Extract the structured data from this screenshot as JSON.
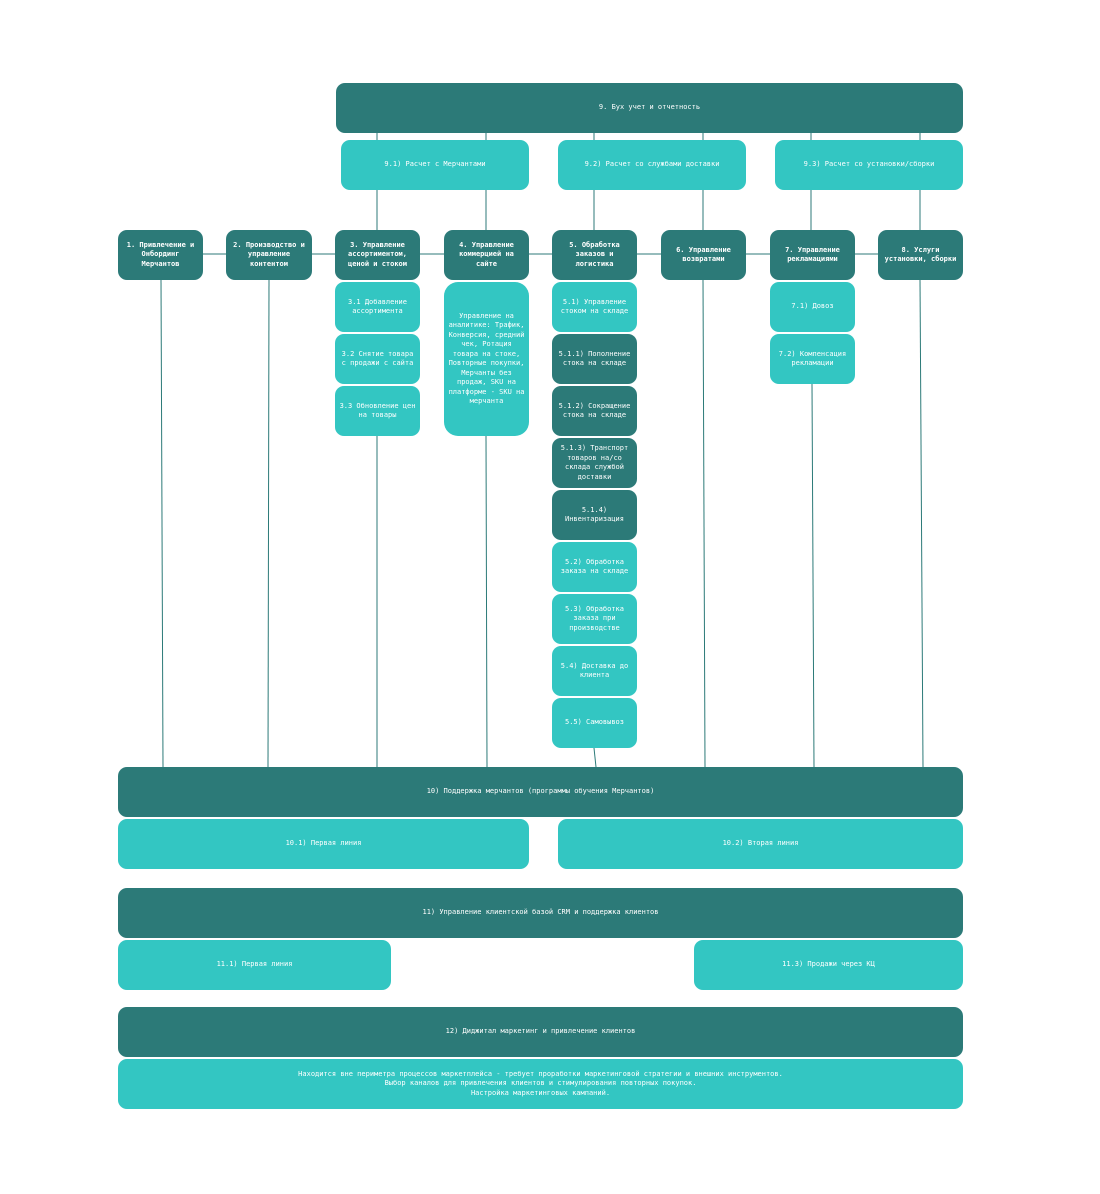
{
  "colors": {
    "dark": "#2c7a78",
    "light": "#33c6c2",
    "line": "#2c7a78"
  },
  "top": {
    "main": "9. Бух учет и отчетность",
    "sub1": "9.1) Расчет с Мерчантами",
    "sub2": "9.2) Расчет со службами доставки",
    "sub3": "9.3) Расчет со установки/сборки"
  },
  "cols": {
    "c1": "1. Привлечение и Онбординг Мерчантов",
    "c2": "2. Производство и управление контентом",
    "c3": "3. Управление ассортиментом, ценой и стоком",
    "c4": "4. Управление коммерцией на сайте",
    "c5": "5. Обработка заказов и логистика",
    "c6": "6. Управление возвратами",
    "c7": "7. Управление рекламациями",
    "c8": "8. Услуги установки, сборки"
  },
  "col3": {
    "i1": "3.1 Добавление ассортимента",
    "i2": "3.2 Снятие товара с продажи с сайта",
    "i3": "3.3 Обновление цен на товары"
  },
  "col4": {
    "i1": "Управление на аналитике: Трафик, Конверсия, средний чек, Ротация товара на стоке, Повторные покупки, Мерчанты без продаж, SKU на платформе - SKU на мерчанта"
  },
  "col5": {
    "i1": "5.1) Управление стоком на складе",
    "i2": "5.1.1) Пополнение стока на складе",
    "i3": "5.1.2) Сокращение стока на складе",
    "i4": "5.1.3) Транспорт товаров на/со склада службой доставки",
    "i5": "5.1.4) Инвентаризация",
    "i6": "5.2) Обработка заказа на складе",
    "i7": "5.3) Обработка заказа при производстве",
    "i8": "5.4) Доставка до клиента",
    "i9": "5.5) Самовывоз"
  },
  "col7": {
    "i1": "7.1) Довоз",
    "i2": "7.2) Компенсация рекламации"
  },
  "support": {
    "main": "10) Поддержка мерчантов (программы обучения Мерчантов)",
    "s1": "10.1) Первая линия",
    "s2": "10.2) Вторая линия"
  },
  "crm": {
    "main": "11) Управление клиентской базой CRM и поддержка клиентов",
    "s1": "11.1) Первая линия",
    "s2": "11.3) Продажи через КЦ"
  },
  "marketing": {
    "main": "12) Диджитал маркетинг и привлечение клиентов",
    "desc": "Находится вне периметра процессов маркетплейса - требует проработки маркетинговой стратегии и внешних инструментов.\nВыбор каналов для привлечения клиентов и стимулирования повторных покупок.\nНастройка маркетинговых кампаний."
  }
}
